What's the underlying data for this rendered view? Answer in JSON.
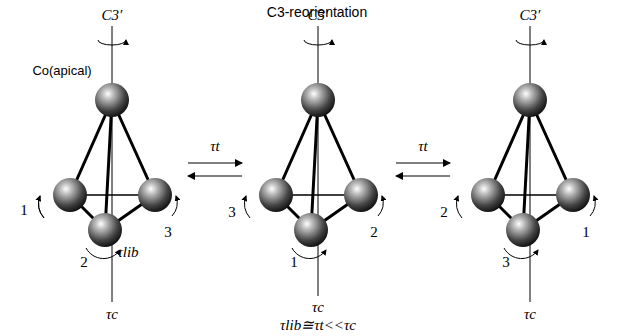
{
  "diagram": {
    "title": "C3-reorientation",
    "labels": [
      "C3′",
      "C3′",
      "C3′",
      "Co(apical)",
      "τt",
      "τt",
      "τlib",
      "1",
      "2",
      "3",
      "3",
      "1",
      "2",
      "2",
      "3",
      "1",
      "τc",
      "τc",
      "τc",
      "τlib≅τt<<τc"
    ]
  }
}
